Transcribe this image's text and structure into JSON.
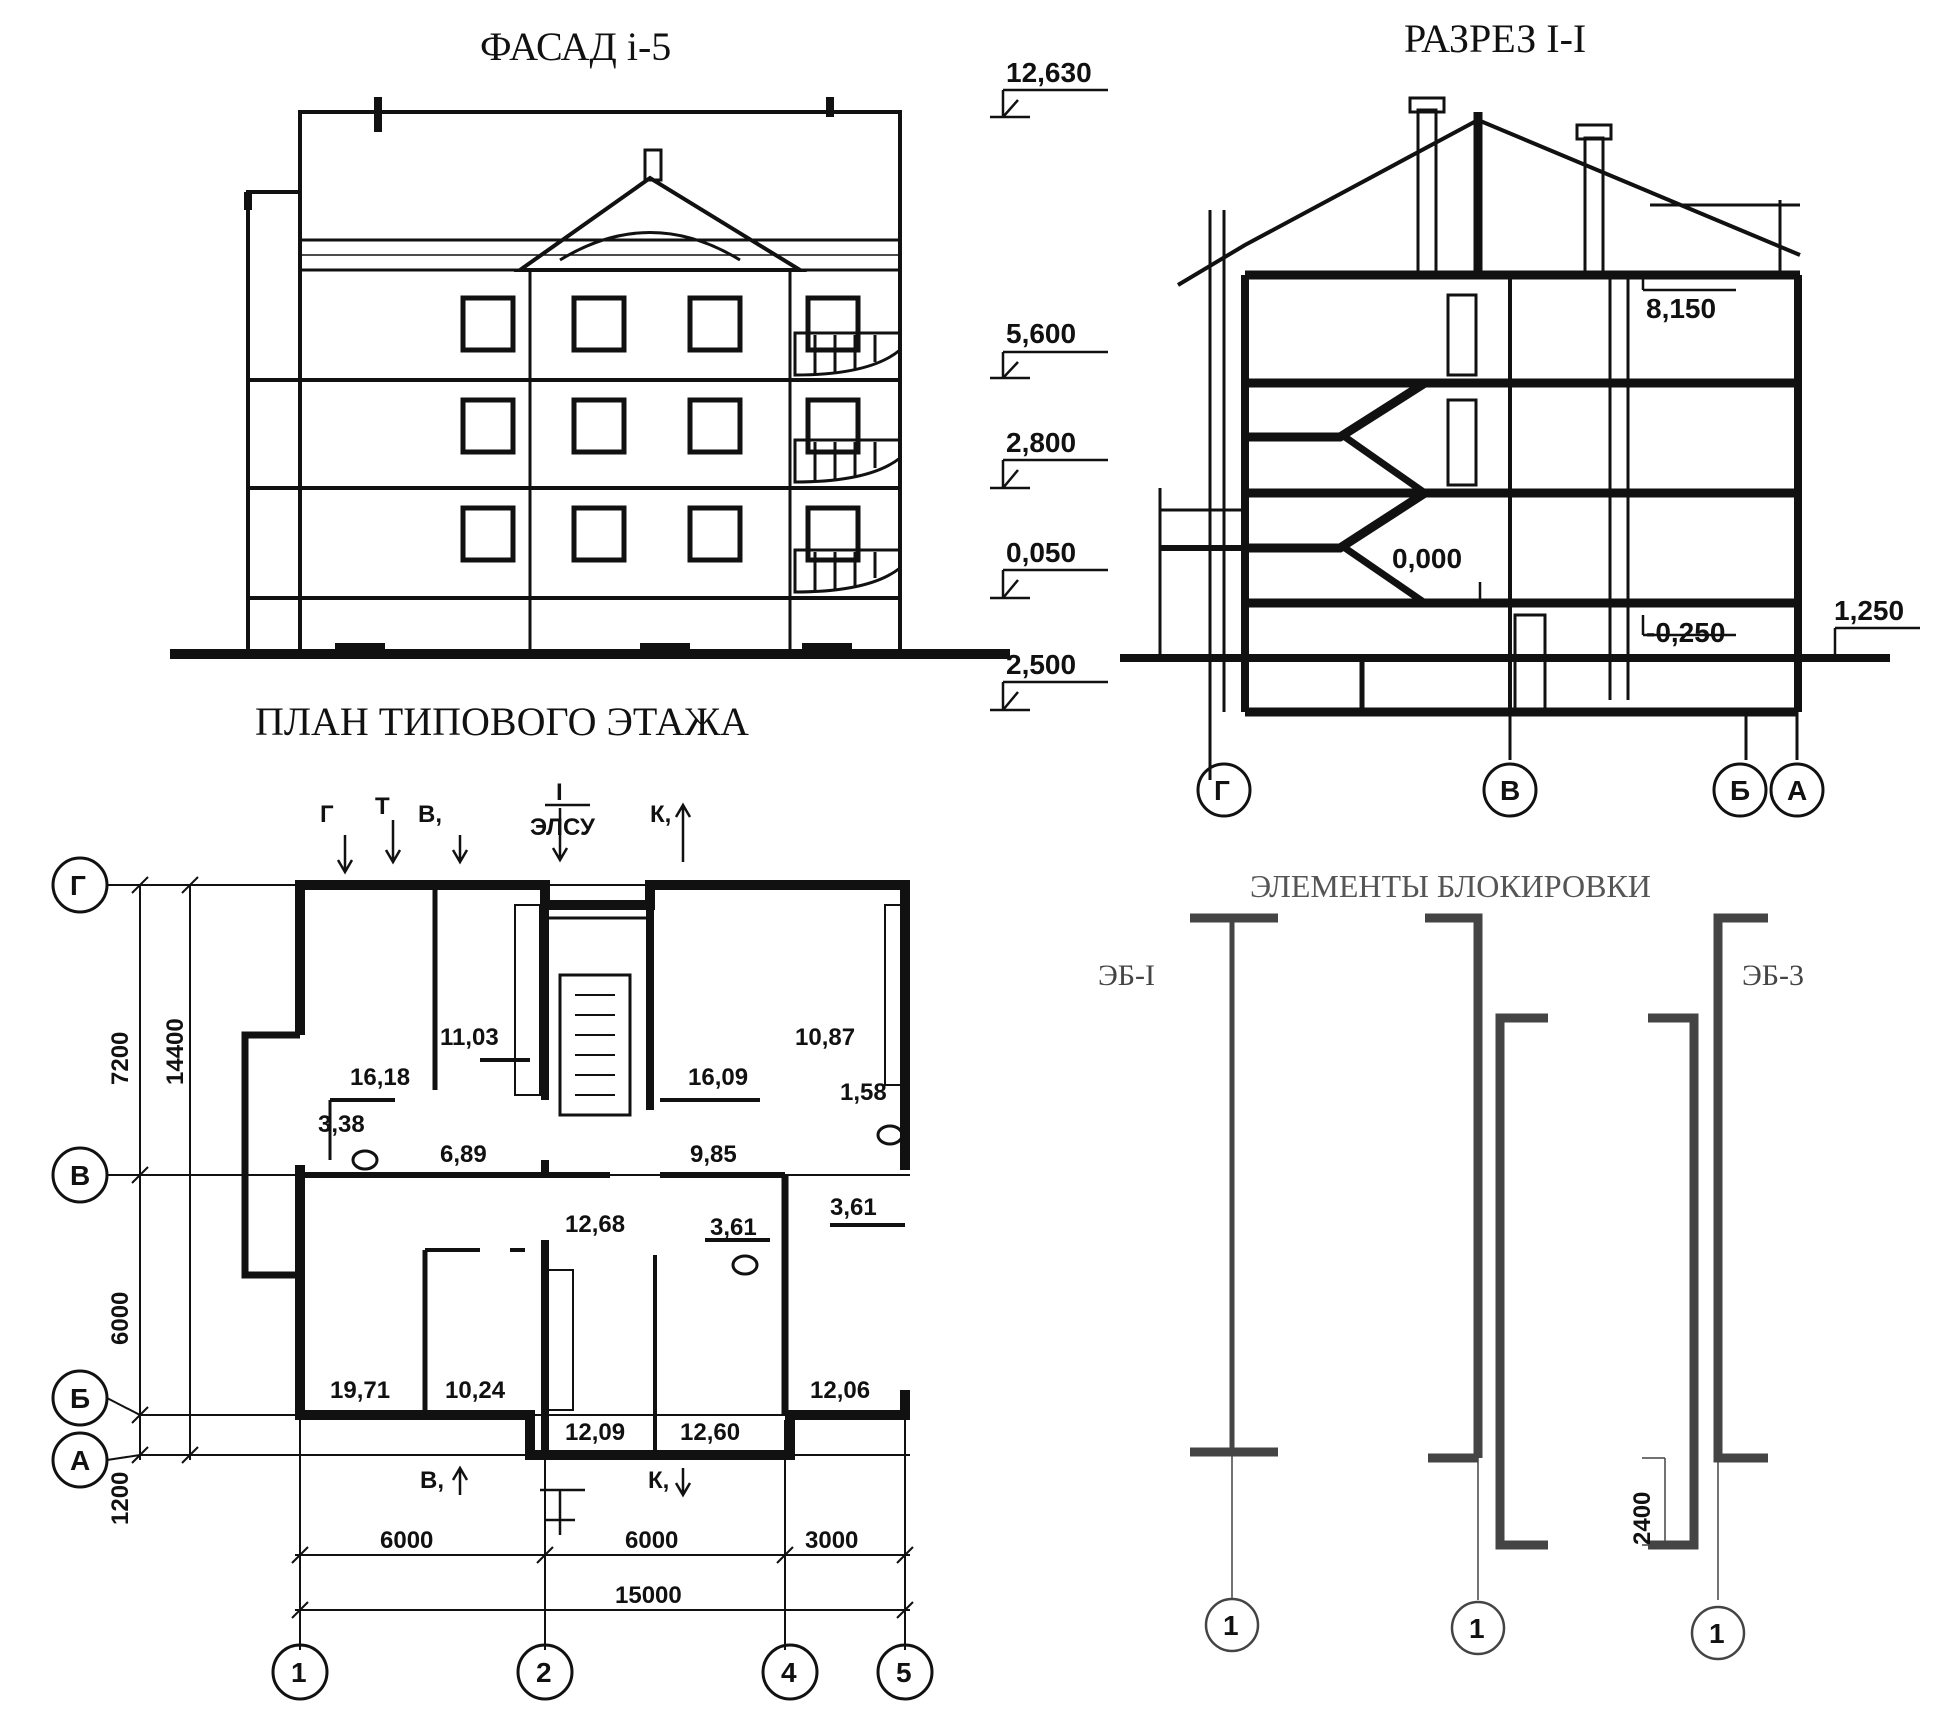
{
  "titles": {
    "facade": "ФАСАД  i-5",
    "section": "РАЗРЕЗ I-I",
    "plan": "ПЛАН ТИПОВОГО ЭТАЖА",
    "blocking": "ЭЛЕМЕНТЫ БЛОКИРОВКИ"
  },
  "levels": {
    "l1": "12,630",
    "l2": "5,600",
    "l3": "2,800",
    "l4": "0,050",
    "l5": "2,500",
    "s1": "8,150",
    "s2": "0,000",
    "s3": "-0,250",
    "s4": "1,250"
  },
  "section_axes": {
    "g": "Г",
    "v": "В",
    "b": "Б",
    "a": "А"
  },
  "plan_axes_rows": {
    "g": "Г",
    "v": "В",
    "b": "Б",
    "a": "А"
  },
  "plan_axes_cols": {
    "c1": "1",
    "c2": "2",
    "c4": "4",
    "c5": "5"
  },
  "plan_dims": {
    "d7200": "7200",
    "d14400": "14400",
    "d6000v": "6000",
    "d1200": "1200",
    "d6000a": "6000",
    "d6000b": "6000",
    "d3000": "3000",
    "d15000": "15000"
  },
  "areas": {
    "a1": "11,03",
    "a2": "16,18",
    "a3": "3,38",
    "a4": "6,89",
    "a5": "16,09",
    "a6": "10,87",
    "a7": "1,58",
    "a8": "9,85",
    "a9": "3,61",
    "a10": "3,61",
    "a11": "12,68",
    "a12": "19,71",
    "a13": "10,24",
    "a14": "12,09",
    "a15": "12,60",
    "a16": "12,06"
  },
  "utilities": {
    "g": "Г",
    "t": "Т",
    "v_top": "В,",
    "elsu_i": "I",
    "elsu": "ЭЛСУ",
    "k_top": "К,",
    "v_bot": "В,",
    "k_bot": "К,"
  },
  "blocking": {
    "eb1": "ЭБ-I",
    "eb3": "ЭБ-3",
    "dim2400": "2400",
    "axis1a": "1",
    "axis1b": "1",
    "axis1c": "1"
  }
}
